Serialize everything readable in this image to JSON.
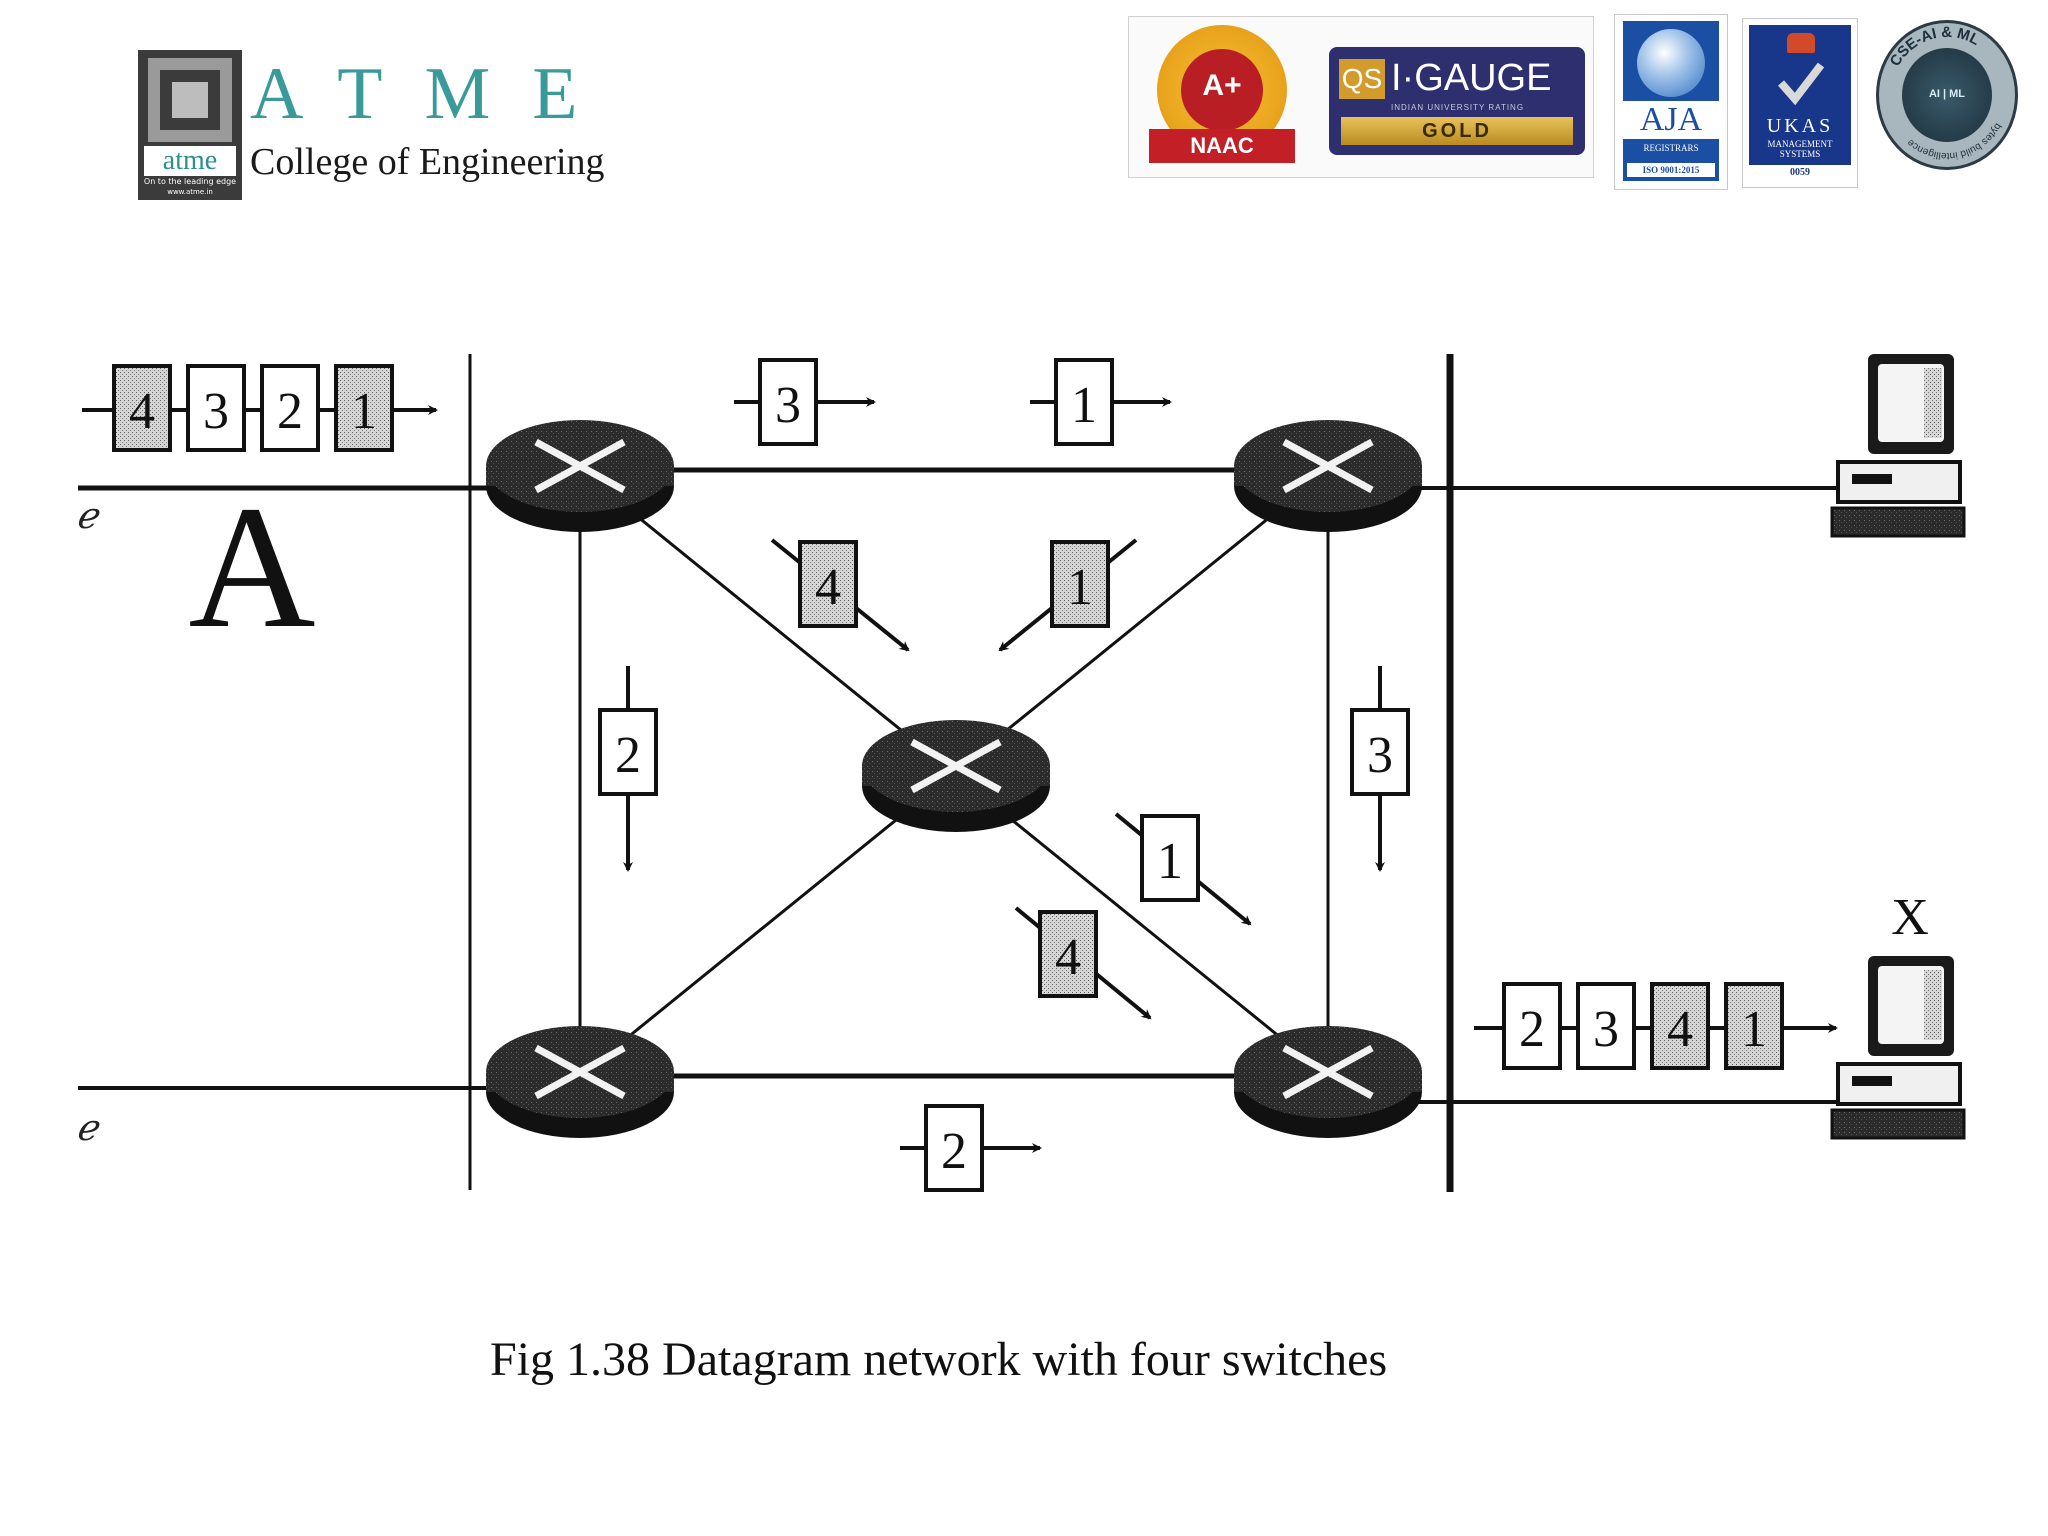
{
  "header": {
    "college_logo": {
      "mark_word": "atme",
      "mark_tagline": "On to the leading edge",
      "mark_url": "www.atme.in",
      "letters": "ATME",
      "name": "College of Engineering"
    },
    "accreditations": {
      "naac": {
        "grade": "A+",
        "label": "NAAC"
      },
      "qs": {
        "mark": "QS",
        "name": "I·GAUGE",
        "sub": "INDIAN UNIVERSITY RATING",
        "rating": "GOLD"
      },
      "aja": {
        "name": "AJA",
        "sub": "REGISTRARS",
        "iso": "ISO 9001:2015"
      },
      "ukas": {
        "name": "UKAS",
        "sub": "MANAGEMENT SYSTEMS",
        "number": "0059"
      },
      "department": {
        "ring": "CSE-AI & ML",
        "code": "AI | ML",
        "motto": "bytes build intelligence"
      }
    }
  },
  "diagram": {
    "source_label": "A",
    "destination_label": "X",
    "incoming_packets": [
      "4",
      "3",
      "2",
      "1"
    ],
    "top_link_packets": [
      "3",
      "1"
    ],
    "to_center_packets": [
      "4",
      "1"
    ],
    "left_link_packet": "2",
    "right_link_packet": "3",
    "from_center_packets": [
      "1",
      "4"
    ],
    "bottom_link_packet": "2",
    "arrived_packets": [
      "2",
      "3",
      "4",
      "1"
    ],
    "colors": {
      "line": "#111111",
      "switch": "#2a2a2a",
      "shaded_packet": "#cfcfcf"
    }
  },
  "caption": "Fig 1.38 Datagram network with four switches"
}
